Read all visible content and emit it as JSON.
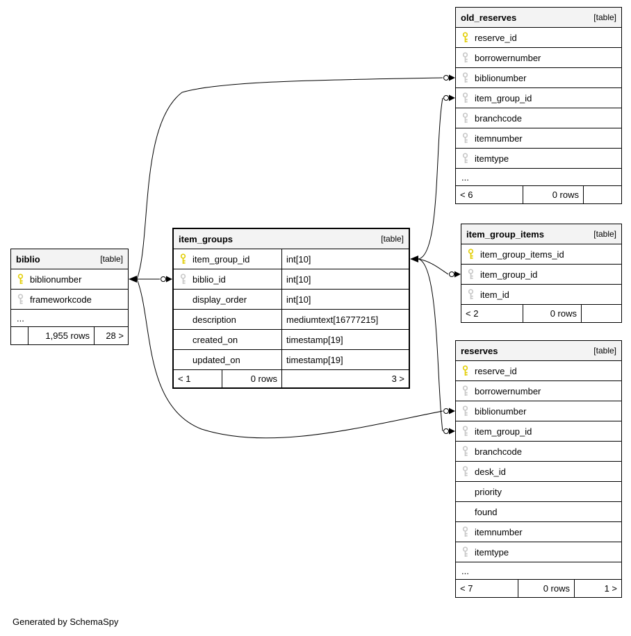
{
  "page": {
    "credit": "Generated by SchemaSpy"
  },
  "colors": {
    "primary_key": "#e3cf0b",
    "foreign_key": "#c9c9c9",
    "header_bg": "#f3f3f3"
  },
  "tables": {
    "old_reserves": {
      "title": "old_reserves",
      "tag": "[table]",
      "columns": [
        {
          "name": "reserve_id",
          "key": "pk"
        },
        {
          "name": "borrowernumber",
          "key": "fk"
        },
        {
          "name": "biblionumber",
          "key": "fk"
        },
        {
          "name": "item_group_id",
          "key": "fk"
        },
        {
          "name": "branchcode",
          "key": "fk"
        },
        {
          "name": "itemnumber",
          "key": "fk"
        },
        {
          "name": "itemtype",
          "key": "fk"
        }
      ],
      "more": "...",
      "footer": {
        "parents": "< 6",
        "rows": "0 rows",
        "children": ""
      }
    },
    "item_group_items": {
      "title": "item_group_items",
      "tag": "[table]",
      "columns": [
        {
          "name": "item_group_items_id",
          "key": "pk"
        },
        {
          "name": "item_group_id",
          "key": "fk"
        },
        {
          "name": "item_id",
          "key": "fk"
        }
      ],
      "footer": {
        "parents": "< 2",
        "rows": "0 rows",
        "children": ""
      }
    },
    "reserves": {
      "title": "reserves",
      "tag": "[table]",
      "columns": [
        {
          "name": "reserve_id",
          "key": "pk"
        },
        {
          "name": "borrowernumber",
          "key": "fk"
        },
        {
          "name": "biblionumber",
          "key": "fk"
        },
        {
          "name": "item_group_id",
          "key": "fk"
        },
        {
          "name": "branchcode",
          "key": "fk"
        },
        {
          "name": "desk_id",
          "key": "fk"
        },
        {
          "name": "priority",
          "key": "none"
        },
        {
          "name": "found",
          "key": "none"
        },
        {
          "name": "itemnumber",
          "key": "fk"
        },
        {
          "name": "itemtype",
          "key": "fk"
        }
      ],
      "more": "...",
      "footer": {
        "parents": "< 7",
        "rows": "0 rows",
        "children": "1 >"
      }
    },
    "item_groups": {
      "title": "item_groups",
      "tag": "[table]",
      "columns": [
        {
          "name": "item_group_id",
          "key": "pk",
          "type": "int[10]"
        },
        {
          "name": "biblio_id",
          "key": "fk",
          "type": "int[10]"
        },
        {
          "name": "display_order",
          "key": "none",
          "type": "int[10]"
        },
        {
          "name": "description",
          "key": "none",
          "type": "mediumtext[16777215]"
        },
        {
          "name": "created_on",
          "key": "none",
          "type": "timestamp[19]"
        },
        {
          "name": "updated_on",
          "key": "none",
          "type": "timestamp[19]"
        }
      ],
      "footer": {
        "parents": "< 1",
        "rows": "0 rows",
        "children": "3 >"
      }
    },
    "biblio": {
      "title": "biblio",
      "tag": "[table]",
      "columns": [
        {
          "name": "biblionumber",
          "key": "pk"
        },
        {
          "name": "frameworkcode",
          "key": "fk"
        }
      ],
      "more": "...",
      "footer": {
        "parents": "",
        "rows": "1,955 rows",
        "children": "28 >"
      }
    }
  },
  "relationships": [
    {
      "from": "biblio.biblionumber",
      "to": "old_reserves.biblionumber"
    },
    {
      "from": "biblio.biblionumber",
      "to": "item_groups.biblio_id"
    },
    {
      "from": "biblio.biblionumber",
      "to": "reserves.biblionumber"
    },
    {
      "from": "item_groups.item_group_id",
      "to": "old_reserves.item_group_id"
    },
    {
      "from": "item_groups.item_group_id",
      "to": "item_group_items.item_group_id"
    },
    {
      "from": "item_groups.item_group_id",
      "to": "reserves.item_group_id"
    }
  ]
}
